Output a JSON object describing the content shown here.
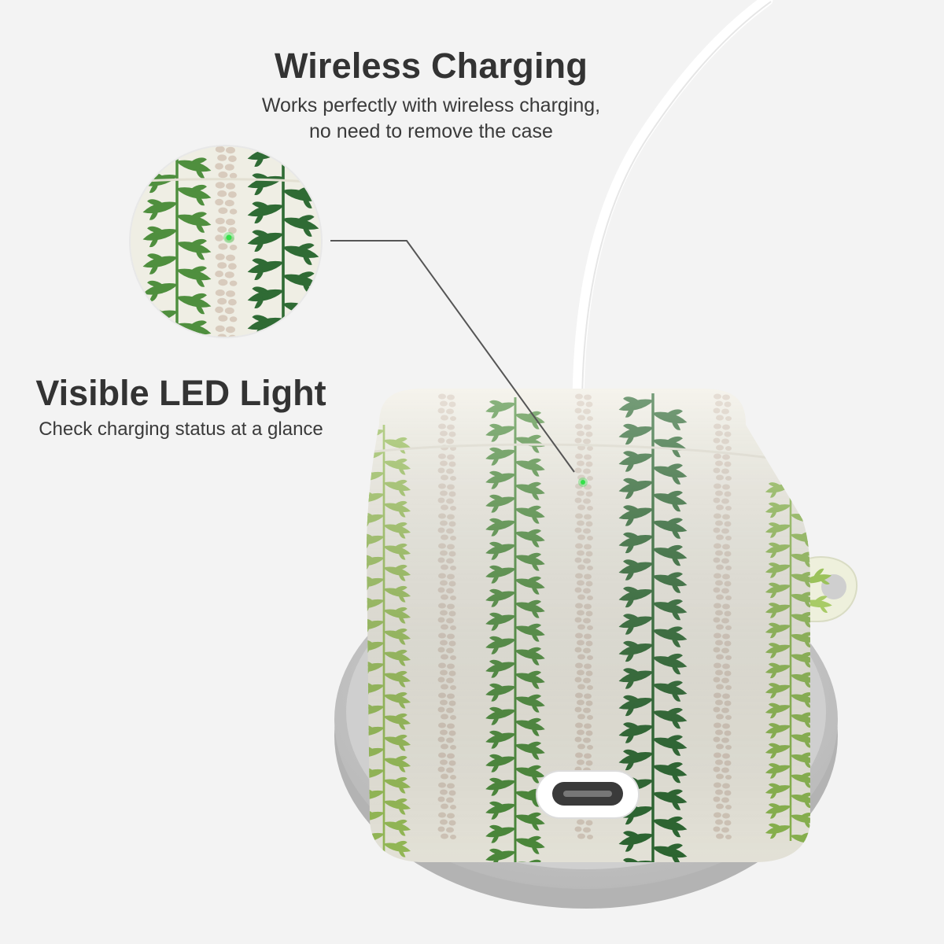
{
  "wireless_charging": {
    "title": "Wireless Charging",
    "line1": "Works perfectly with wireless charging,",
    "line2": "no need to remove the case"
  },
  "led_light": {
    "title": "Visible LED Light",
    "subtitle": "Check charging status at a glance"
  },
  "colors": {
    "background": "#f3f3f3",
    "case_cream": "#f1efe4",
    "leaf_dark": "#2f6b34",
    "leaf_mid": "#4f8f3e",
    "leaf_light": "#9bc25a",
    "pebble": "#d8cbbd",
    "led_green": "#35e04a",
    "pad_gray": "#c9c9c9",
    "cable_white": "#ffffff"
  },
  "icons": {
    "led": "led-indicator-icon",
    "port": "usb-c-port-icon"
  }
}
